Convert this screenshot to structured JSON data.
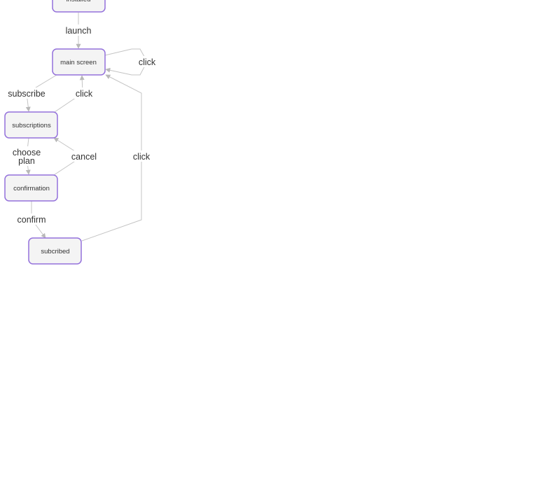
{
  "nodes": {
    "installed": "installed",
    "main_screen": "main screen",
    "subscriptions": "subscriptions",
    "confirmation": "confirmation",
    "subscribed": "subcribed"
  },
  "edges": {
    "launch": "launch",
    "self_click": "click",
    "subscribe": "subscribe",
    "back_click": "click",
    "choose_plan_line1": "choose",
    "choose_plan_line2": "plan",
    "cancel": "cancel",
    "confirm": "confirm",
    "return_click": "click"
  }
}
